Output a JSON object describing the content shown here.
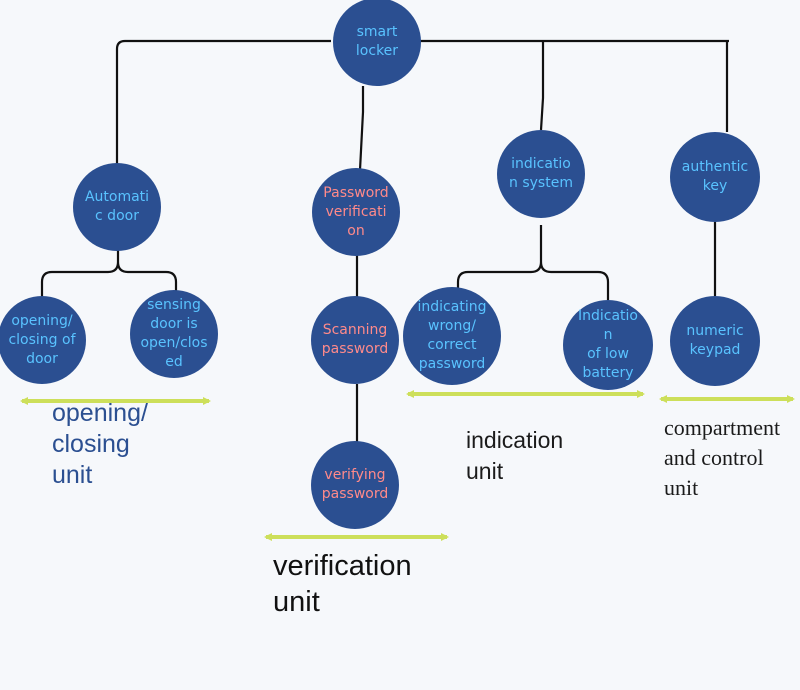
{
  "colors": {
    "node_fill": "#2b4f91",
    "node_text_blue": "#59c3ff",
    "node_text_pink": "#ff8a8a",
    "connector": "#111111",
    "arrow": "#cddf5a",
    "background": "#f6f8fb"
  },
  "nodes": {
    "smart_locker": "smart\nlocker",
    "automatic_door": "Automati\nc door",
    "opening_closing_door": "opening/\nclosing of\ndoor",
    "sensing_door": "sensing\ndoor is\nopen/clos\ned",
    "password_verification": "Password\nverificati\non",
    "scanning_password": "Scanning\npassword",
    "verifying_password": "verifying\npassword",
    "indication_system": "indicatio\nn system",
    "indicating_wrong_correct": "indicating\nwrong/\ncorrect\npassword",
    "indication_low_battery": "Indicatio\nn\nof low\nbattery",
    "authentic_key": "authentic\nkey",
    "numeric_keypad": "numeric\nkeypad"
  },
  "units": {
    "opening_closing": "opening/\nclosing\nunit",
    "verification": "verification\nunit",
    "indication": "indication\nunit",
    "compartment_control": "compartment\nand control\nunit"
  }
}
